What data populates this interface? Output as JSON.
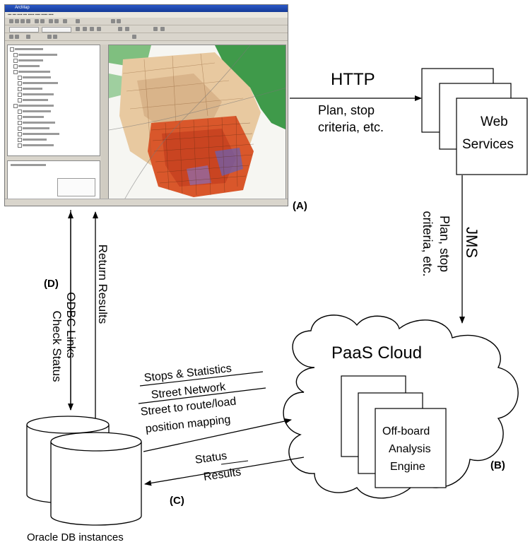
{
  "app_window": {
    "title": "ArcMap",
    "panel_label": "(A)"
  },
  "flows": {
    "http": {
      "protocol": "HTTP",
      "line1": "Plan, stop",
      "line2": "criteria, etc."
    },
    "jms": {
      "protocol": "JMS",
      "line1": "Plan, stop",
      "line2": "criteria, etc."
    },
    "odbc": {
      "panel_label": "(D)",
      "line1": "ODBC Links",
      "line2": "Check Status",
      "return": "Return Results"
    },
    "db_to_cloud": [
      "Stops & Statistics",
      "Street Network",
      "Street to route/load",
      "position mapping"
    ],
    "cloud_to_db": [
      "Status",
      "Results"
    ]
  },
  "web_services": {
    "line1": "Web",
    "line2": "Services"
  },
  "cloud": {
    "title": "PaaS Cloud",
    "engine_line1": "Off-board",
    "engine_line2": "Analysis",
    "engine_line3": "Engine",
    "panel_label": "(B)"
  },
  "database": {
    "panel_label": "(C)",
    "caption": "Oracle DB instances"
  },
  "colors": {
    "map_orange": "#d9572b",
    "map_green": "#3f9a4a",
    "map_beige": "#e8c9a0",
    "title_bar": "#1f47b0"
  }
}
